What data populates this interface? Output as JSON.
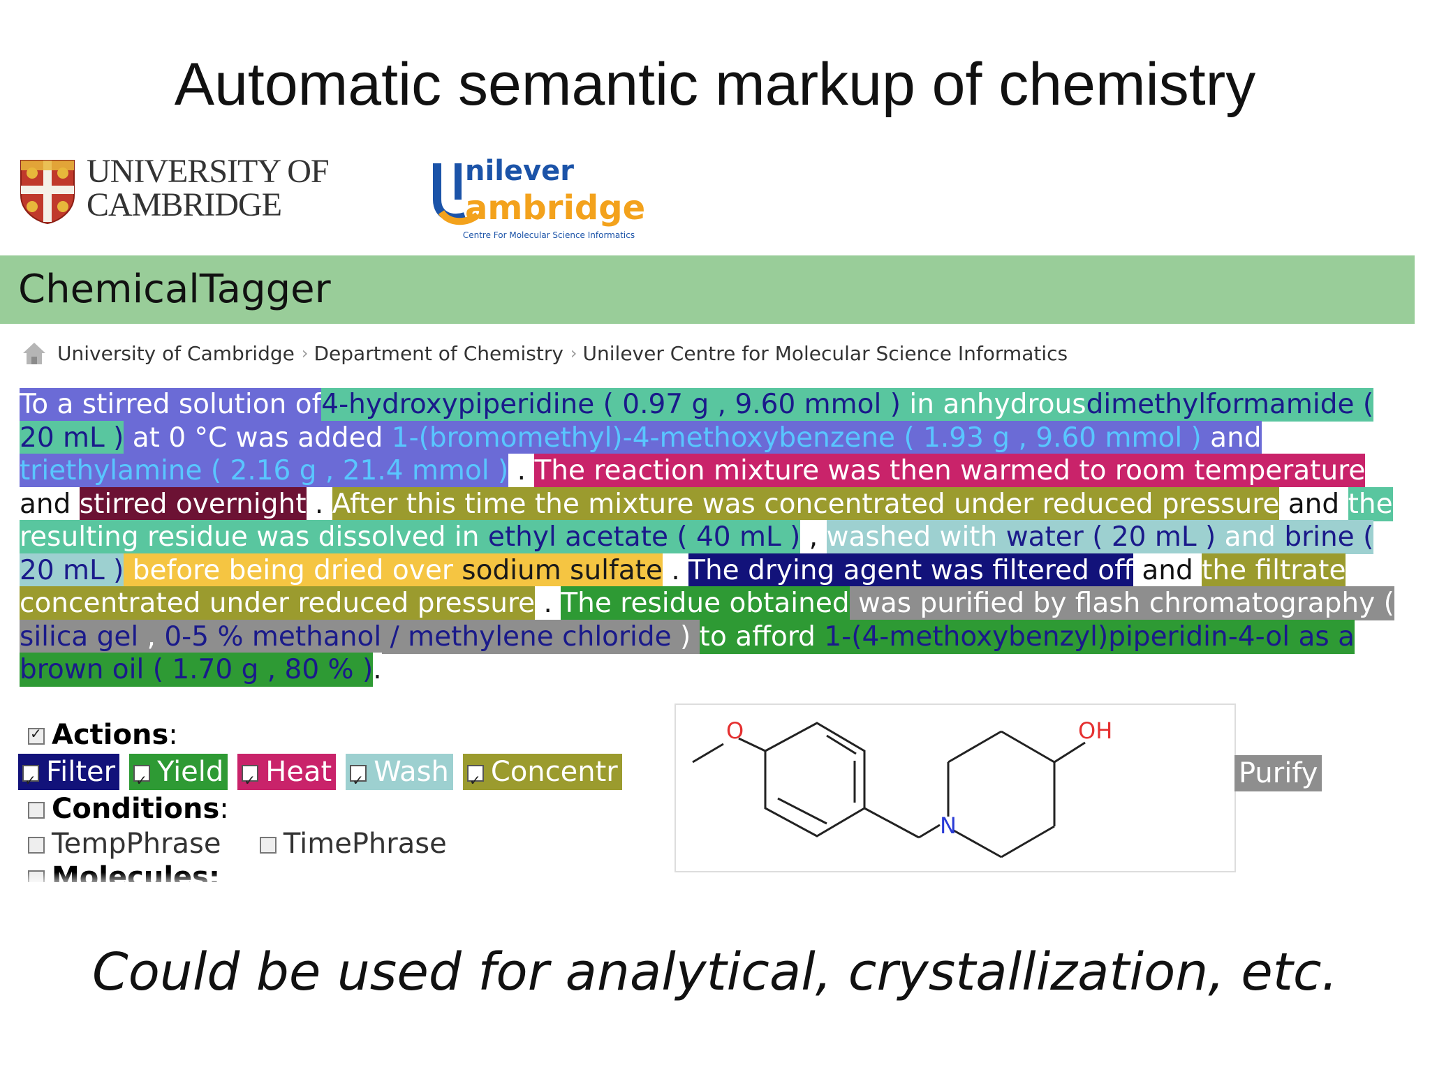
{
  "slide": {
    "title": "Automatic semantic markup of chemistry",
    "caption": "Could be used for analytical, crystallization, etc."
  },
  "logos": {
    "cambridge": "UNIVERSITY OF CAMBRIDGE",
    "unilever_line1": "nilever",
    "unilever_line2": "ambridge",
    "unilever_sub": "Centre For Molecular Science Informatics"
  },
  "app": {
    "title": "ChemicalTagger",
    "breadcrumb": [
      "University of Cambridge",
      "Department of Chemistry",
      "Unilever Centre for Molecular Science Informatics"
    ]
  },
  "colors": {
    "banner": "#99cd99",
    "action": "#6b6bd6",
    "molecule": "#59c69f",
    "heat": "#c9236a",
    "filter": "#12127a",
    "yield": "#2e9a34",
    "wash": "#9dd0d0",
    "concentrate": "#9b9b2e",
    "purify": "#8e8e8e",
    "dry": "#f5c542",
    "stir": "#6c1234"
  },
  "tagged_text": [
    {
      "t": "To a stirred solution of",
      "bg": "#6b6bd6",
      "fg": "#ffffff"
    },
    {
      "t": "4-hydroxypiperidine ( 0.97 g , 9.60 mmol )",
      "bg": "#59c69f",
      "fg": "#1a1a8a"
    },
    {
      "t": " in anhydrous",
      "bg": "#59c69f",
      "fg": "#ffffff"
    },
    {
      "t": "dimethylformamide ( 20 mL )",
      "bg": "#59c69f",
      "fg": "#1a1a8a"
    },
    {
      "t": " at 0 °C was added ",
      "bg": "#6b6bd6",
      "fg": "#ffffff"
    },
    {
      "t": "1-(bromomethyl)-4-methoxybenzene ( 1.93 g , 9.60 mmol )",
      "bg": "#6b6bd6",
      "fg": "#59c6ff"
    },
    {
      "t": " and ",
      "bg": "#6b6bd6",
      "fg": "#ffffff"
    },
    {
      "t": "triethylamine ( 2.16 g , 21.4 mmol )",
      "bg": "#6b6bd6",
      "fg": "#59c6ff"
    },
    {
      "t": " . ",
      "bg": "#ffffff",
      "fg": "#111111"
    },
    {
      "t": "The reaction mixture was then warmed to room temperature",
      "bg": "#c9236a",
      "fg": "#ffffff"
    },
    {
      "t": " and ",
      "bg": "#ffffff",
      "fg": "#111111"
    },
    {
      "t": "stirred overnight",
      "bg": "#6c1234",
      "fg": "#ffffff"
    },
    {
      "t": " . ",
      "bg": "#ffffff",
      "fg": "#111111"
    },
    {
      "t": "After this time the mixture was concentrated under reduced pressure",
      "bg": "#9b9b2e",
      "fg": "#ffffff"
    },
    {
      "t": " and ",
      "bg": "#ffffff",
      "fg": "#111111"
    },
    {
      "t": "the resulting residue was dissolved in ",
      "bg": "#59c69f",
      "fg": "#ffffff"
    },
    {
      "t": "ethyl acetate ( 40 mL )",
      "bg": "#59c69f",
      "fg": "#1a1a8a"
    },
    {
      "t": " , ",
      "bg": "#ffffff",
      "fg": "#111111"
    },
    {
      "t": "washed with ",
      "bg": "#9dd0d0",
      "fg": "#ffffff"
    },
    {
      "t": "water ( 20 mL )",
      "bg": "#9dd0d0",
      "fg": "#1a1a8a"
    },
    {
      "t": " and ",
      "bg": "#9dd0d0",
      "fg": "#ffffff"
    },
    {
      "t": "brine ( 20 mL )",
      "bg": "#9dd0d0",
      "fg": "#1a1a8a"
    },
    {
      "t": " before being dried over ",
      "bg": "#f5c542",
      "fg": "#ffffff"
    },
    {
      "t": "sodium sulfate",
      "bg": "#f5c542",
      "fg": "#1a1a1a"
    },
    {
      "t": " . ",
      "bg": "#ffffff",
      "fg": "#111111"
    },
    {
      "t": "The drying agent was filtered off",
      "bg": "#12127a",
      "fg": "#ffffff"
    },
    {
      "t": " and ",
      "bg": "#ffffff",
      "fg": "#111111"
    },
    {
      "t": "the filtrate concentrated under reduced pressure",
      "bg": "#9b9b2e",
      "fg": "#ffffff"
    },
    {
      "t": " . ",
      "bg": "#ffffff",
      "fg": "#111111"
    },
    {
      "t": "The residue obtained",
      "bg": "#2e9a34",
      "fg": "#ffffff"
    },
    {
      "t": " was purified by flash chromatography ( ",
      "bg": "#8e8e8e",
      "fg": "#ffffff"
    },
    {
      "t": "silica gel",
      "bg": "#8e8e8e",
      "fg": "#1a1a8a"
    },
    {
      "t": " , ",
      "bg": "#8e8e8e",
      "fg": "#ffffff"
    },
    {
      "t": "0-5 % methanol / methylene chloride",
      "bg": "#8e8e8e",
      "fg": "#1a1a8a"
    },
    {
      "t": " ) ",
      "bg": "#8e8e8e",
      "fg": "#ffffff"
    },
    {
      "t": "to afford ",
      "bg": "#2e9a34",
      "fg": "#ffffff"
    },
    {
      "t": "1-(4-methoxybenzyl)piperidin-4-ol as a brown oil ( 1.70 g , 80 % )",
      "bg": "#2e9a34",
      "fg": "#1a1a8a"
    },
    {
      "t": ".",
      "bg": "#ffffff",
      "fg": "#111111"
    }
  ],
  "controls": {
    "actions_label": "Actions",
    "conditions_label": "Conditions",
    "molecules_label": "Molecules:",
    "action_chips": [
      {
        "label": "Filter",
        "bg": "#12127a"
      },
      {
        "label": "Yield",
        "bg": "#2e9a34"
      },
      {
        "label": "Heat",
        "bg": "#c9236a"
      },
      {
        "label": "Wash",
        "bg": "#9dd0d0"
      },
      {
        "label": "Concentr",
        "bg": "#9b9b2e"
      }
    ],
    "purify_label": "Purify",
    "temp_phrase": "TempPhrase",
    "time_phrase": "TimePhrase"
  },
  "structure": {
    "label_o": "O",
    "label_oh": "OH",
    "label_n": "N"
  }
}
